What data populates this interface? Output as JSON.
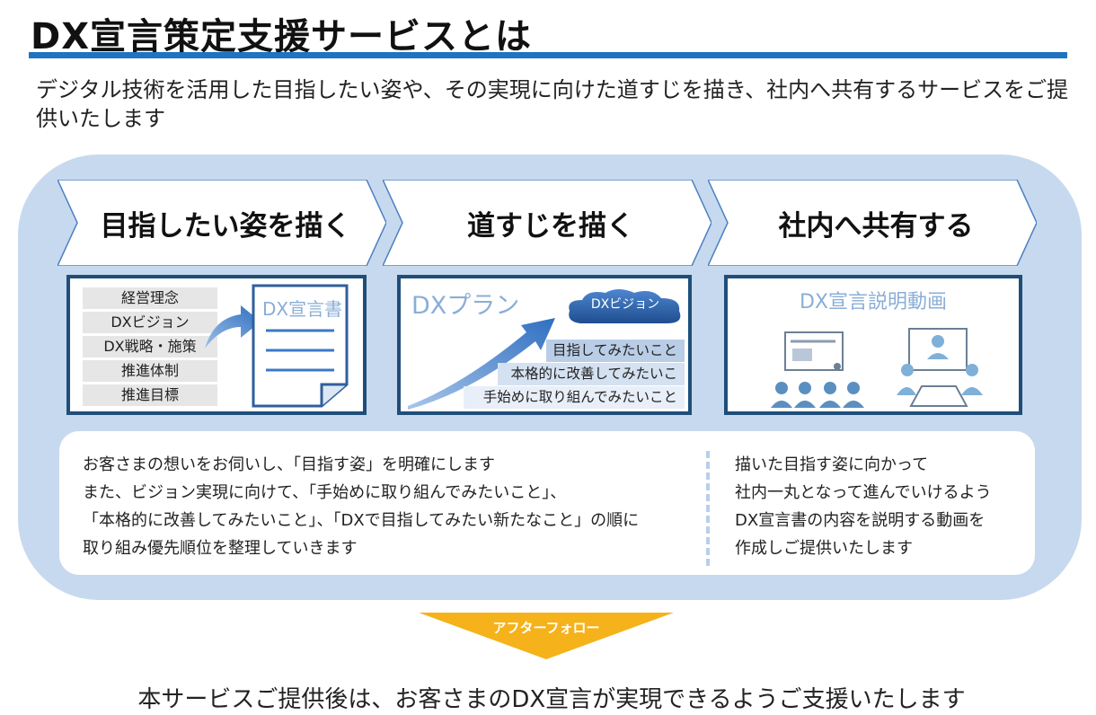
{
  "title": "DX宣言策定支援サービスとは",
  "intro": "デジタル技術を活用した目指したい姿や、その実現に向けた道すじを描き、社内へ共有するサービスをご提供いたします",
  "steps": [
    {
      "label": "目指したい姿を描く"
    },
    {
      "label": "道すじを描く"
    },
    {
      "label": "社内へ共有する"
    }
  ],
  "goal_card": {
    "items": [
      "経営理念",
      "DXビジョン",
      "DX戦略・施策",
      "推進体制",
      "推進目標"
    ],
    "doc_title": "DX宣言書"
  },
  "plan_card": {
    "title": "DXプラン",
    "cloud_label": "DXビジョン",
    "items": [
      "目指してみたいこと",
      "本格的に改善してみたいこと",
      "手始めに取り組んでみたいこと"
    ]
  },
  "video_card": {
    "title": "DX宣言説明動画"
  },
  "description_left": [
    "お客さまの想いをお伺いし、「目指す姿」を明確にします",
    "また、ビジョン実現に向けて、「手始めに取り組んでみたいこと」、",
    "「本格的に改善してみたいこと」、「DXで目指してみたい新たなこと」の順に",
    "取り組み優先順位を整理していきます"
  ],
  "description_right": [
    "描いた目指す姿に向かって",
    "社内一丸となって進んでいけるよう",
    "DX宣言書の内容を説明する動画を",
    "作成しご提供いたします"
  ],
  "after_follow": "アフターフォロー",
  "footer": "本サービスご提供後は、お客さまのDX宣言が実現できるようご支援いたします",
  "colors": {
    "accent": "#1f73c1",
    "panel": "#c7d9ee",
    "card_border": "#1f4e79",
    "arrow": "#f5b21b"
  }
}
